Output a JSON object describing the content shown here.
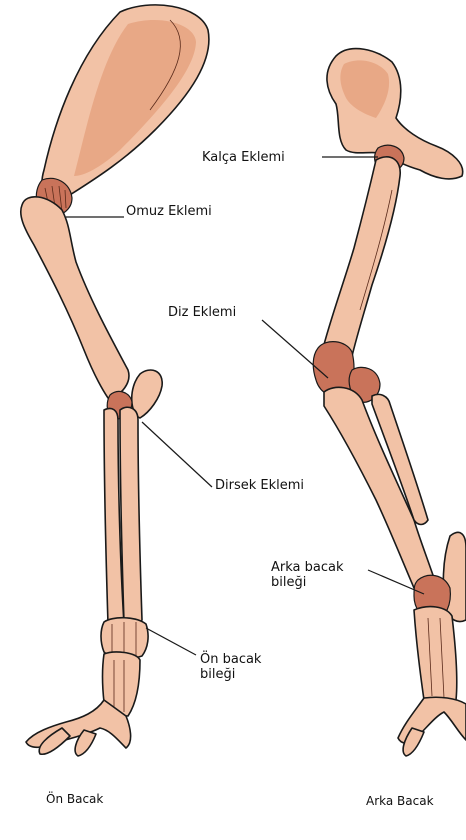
{
  "labels": {
    "hip_joint": "Kalça Eklemi",
    "shoulder_joint": "Omuz Eklemi",
    "knee_joint": "Diz Eklemi",
    "elbow_joint": "Dirsek Eklemi",
    "hock_joint": "Arka bacak\nbileği",
    "wrist_joint": "Ön bacak\nbileği"
  },
  "captions": {
    "front_leg": "Ön Bacak",
    "hind_leg": "Arka Bacak"
  },
  "colors": {
    "bone": "#f2c2a6",
    "bone_shade": "#e8a886",
    "joint": "#c9735a",
    "outline": "#1a1a1a"
  }
}
